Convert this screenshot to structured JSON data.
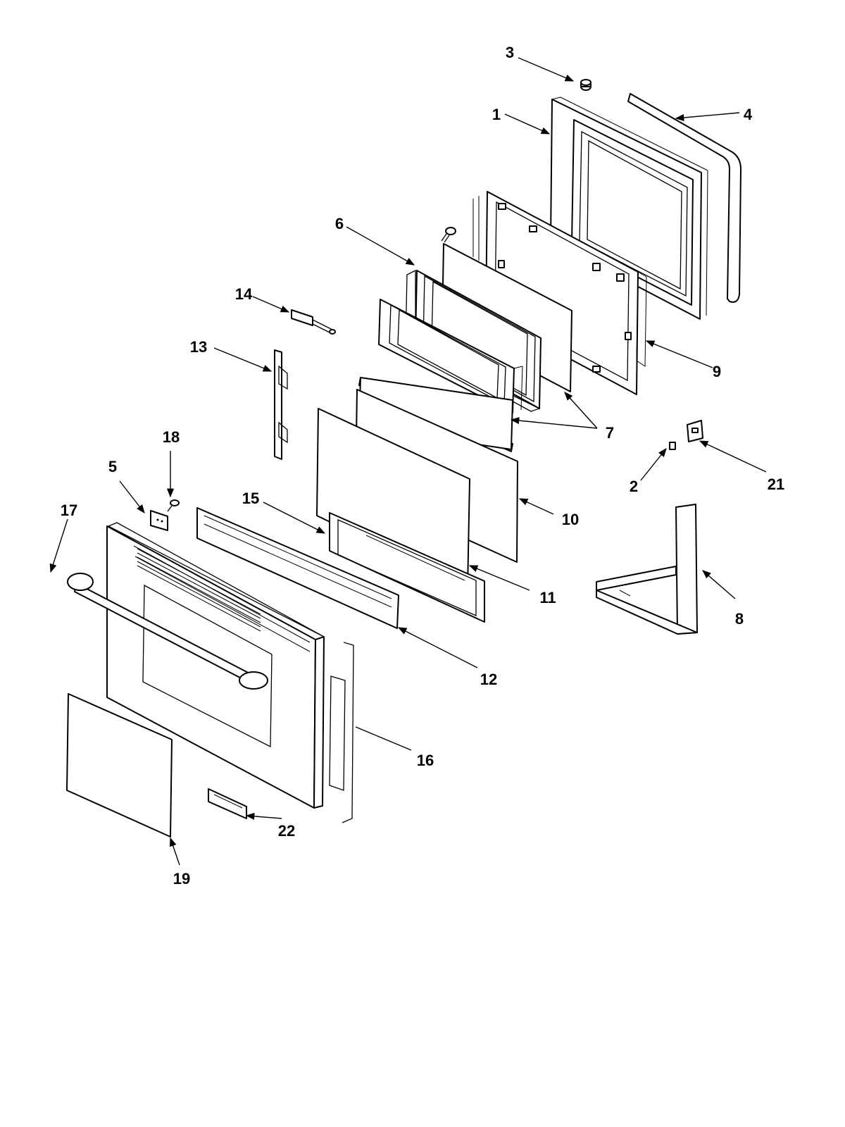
{
  "callouts": [
    {
      "id": "c1",
      "text": "1"
    },
    {
      "id": "c2",
      "text": "2"
    },
    {
      "id": "c3",
      "text": "3"
    },
    {
      "id": "c4",
      "text": "4"
    },
    {
      "id": "c5",
      "text": "5"
    },
    {
      "id": "c6",
      "text": "6"
    },
    {
      "id": "c7",
      "text": "7"
    },
    {
      "id": "c8",
      "text": "8"
    },
    {
      "id": "c9",
      "text": "9"
    },
    {
      "id": "c10",
      "text": "10"
    },
    {
      "id": "c11",
      "text": "11"
    },
    {
      "id": "c12",
      "text": "12"
    },
    {
      "id": "c13",
      "text": "13"
    },
    {
      "id": "c14",
      "text": "14"
    },
    {
      "id": "c15",
      "text": "15"
    },
    {
      "id": "c16",
      "text": "16"
    },
    {
      "id": "c17",
      "text": "17"
    },
    {
      "id": "c18",
      "text": "18"
    },
    {
      "id": "c19",
      "text": "19"
    },
    {
      "id": "c21",
      "text": "21"
    },
    {
      "id": "c22",
      "text": "22"
    }
  ],
  "colors": {
    "line": "#000000",
    "background": "#ffffff"
  }
}
